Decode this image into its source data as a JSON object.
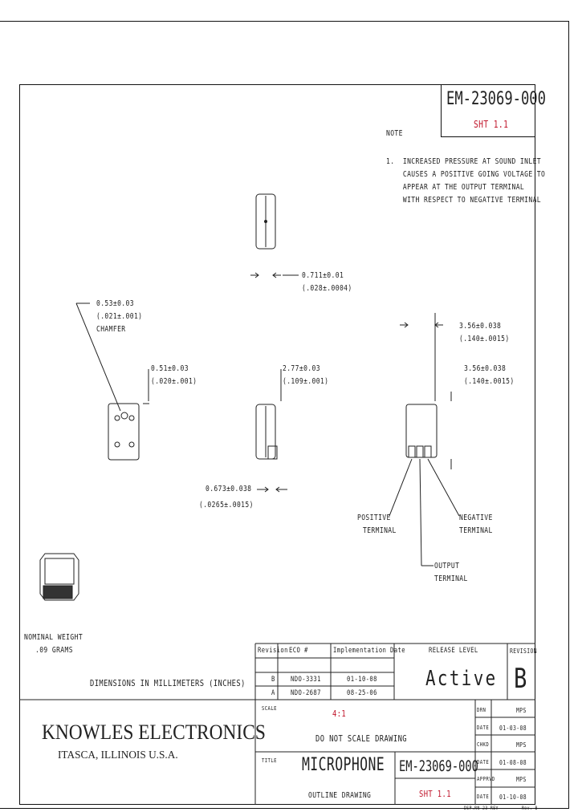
{
  "drawing_number": "EM-23069-000",
  "sheet": "SHT 1.1",
  "notes": {
    "heading": "NOTE",
    "lines": [
      "1.  INCREASED PRESSURE AT SOUND INLET",
      "    CAUSES A POSITIVE GOING VOLTAGE TO",
      "    APPEAR AT THE OUTPUT TERMINAL",
      "    WITH RESPECT TO NEGATIVE TERMINAL"
    ]
  },
  "dimensions": {
    "top_gap": [
      "0.711±0.01",
      "(.028±.0004)"
    ],
    "chamfer": [
      "0.53±0.03",
      "(.021±.001)",
      "CHAMFER"
    ],
    "left_offset": [
      "0.51±0.03",
      "(.020±.001)"
    ],
    "mid_width": [
      "2.77±0.03",
      "(.109±.001)"
    ],
    "right_gap": [
      "3.56±0.038",
      "(.140±.0015)"
    ],
    "right_height": [
      "3.56±0.038",
      "(.140±.0015)"
    ],
    "bottom_thk": [
      "0.673±0.038",
      "(.0265±.0015)"
    ]
  },
  "labels": {
    "positive": [
      "POSITIVE",
      "TERMINAL"
    ],
    "negative": [
      "NEGATIVE",
      "TERMINAL"
    ],
    "output": [
      "OUTPUT",
      "TERMINAL"
    ],
    "weight": [
      "NOMINAL WEIGHT",
      ".09 GRAMS"
    ],
    "units": "DIMENSIONS IN MILLIMETERS (INCHES)"
  },
  "revisions": {
    "headers": [
      "Revision",
      "ECO #",
      "Implementation Date"
    ],
    "rows": [
      [
        "B",
        "NDO-3331",
        "01-10-08"
      ],
      [
        "A",
        "NDO-2687",
        "08-25-06"
      ]
    ],
    "release_label": "RELEASE LEVEL",
    "release_value": "Active",
    "rev_label": "REVISION",
    "rev_value": "B"
  },
  "title_block": {
    "company": "KNOWLES ELECTRONICS",
    "location": "ITASCA, ILLINOIS U.S.A.",
    "scale_label": "SCALE",
    "scale_value": "4:1",
    "no_scale": "DO NOT SCALE DRAWING",
    "title_label": "TITLE",
    "title": "MICROPHONE",
    "subtitle": "OUTLINE DRAWING",
    "drawing_number": "EM-23069-000",
    "sheet": "SHT 1.1",
    "signoffs": [
      [
        "DRN",
        "MPS"
      ],
      [
        "DATE",
        "01-03-08"
      ],
      [
        "CHKD",
        "MPS"
      ],
      [
        "DATE",
        "01-08-08"
      ],
      [
        "APPRVD",
        "MPS"
      ],
      [
        "DATE",
        "01-10-08"
      ]
    ],
    "footer_left": "DSP.RN-23 REV",
    "footer_right": "Rev. B"
  }
}
